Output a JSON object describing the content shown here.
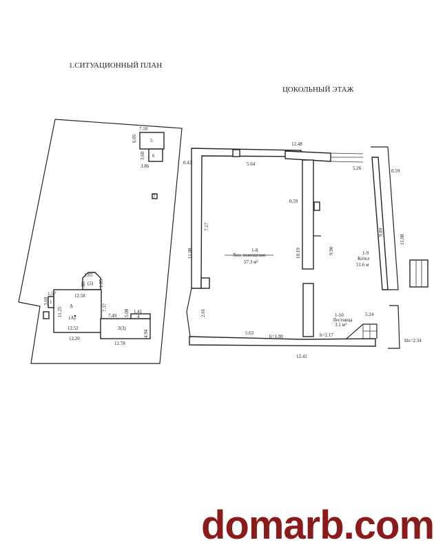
{
  "titles": {
    "site_plan": "1.СИТУАЦИОННЫЙ ПЛАН",
    "floor": "ЦОКОЛЬНЫЙ ЭТАЖ"
  },
  "site_labels": [
    "7.10",
    "6.05",
    "5",
    "3.60",
    "6",
    "3.86",
    "7",
    "1.85",
    ".80",
    "(2)",
    "1.85",
    "12.58",
    "1.57",
    "3.69",
    "1",
    "11.25",
    "А",
    "7.37",
    "(А)",
    "12.52",
    "12.20",
    "7.49",
    "5.08",
    "1.41",
    "4",
    "3(3)",
    "4.94",
    "12.78"
  ],
  "floor_labels": [
    "12.48",
    "0.43",
    "5.64",
    "5.26",
    "0.59",
    "0.59",
    "7.17",
    "11.08",
    "10.19",
    "9.90",
    "9.89",
    "11.08",
    "1-8",
    "Хоз. помещение",
    "57.3 м²",
    "1-9",
    "Котел",
    "51.6 м",
    "2.61",
    "1-10",
    "Лестница",
    "3.1 м²",
    "5.24",
    "5.63",
    "h=1.90",
    "h=2.17",
    "Но=2.34",
    "12.41"
  ],
  "watermark": "domarb.com",
  "colors": {
    "watermark": "#8b1a1a",
    "lines": "#222222"
  }
}
